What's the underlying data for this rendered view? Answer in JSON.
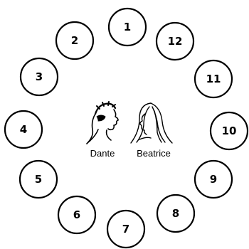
{
  "diagram": {
    "circles": [
      {
        "label": "1"
      },
      {
        "label": "2"
      },
      {
        "label": "3"
      },
      {
        "label": "4"
      },
      {
        "label": "5"
      },
      {
        "label": "6"
      },
      {
        "label": "7"
      },
      {
        "label": "8"
      },
      {
        "label": "9"
      },
      {
        "label": "10"
      },
      {
        "label": "11"
      },
      {
        "label": "12"
      }
    ],
    "center": {
      "left_figure": {
        "name": "Dante",
        "icon": "dante-profile-icon"
      },
      "right_figure": {
        "name": "Beatrice",
        "icon": "beatrice-profile-icon"
      }
    }
  }
}
